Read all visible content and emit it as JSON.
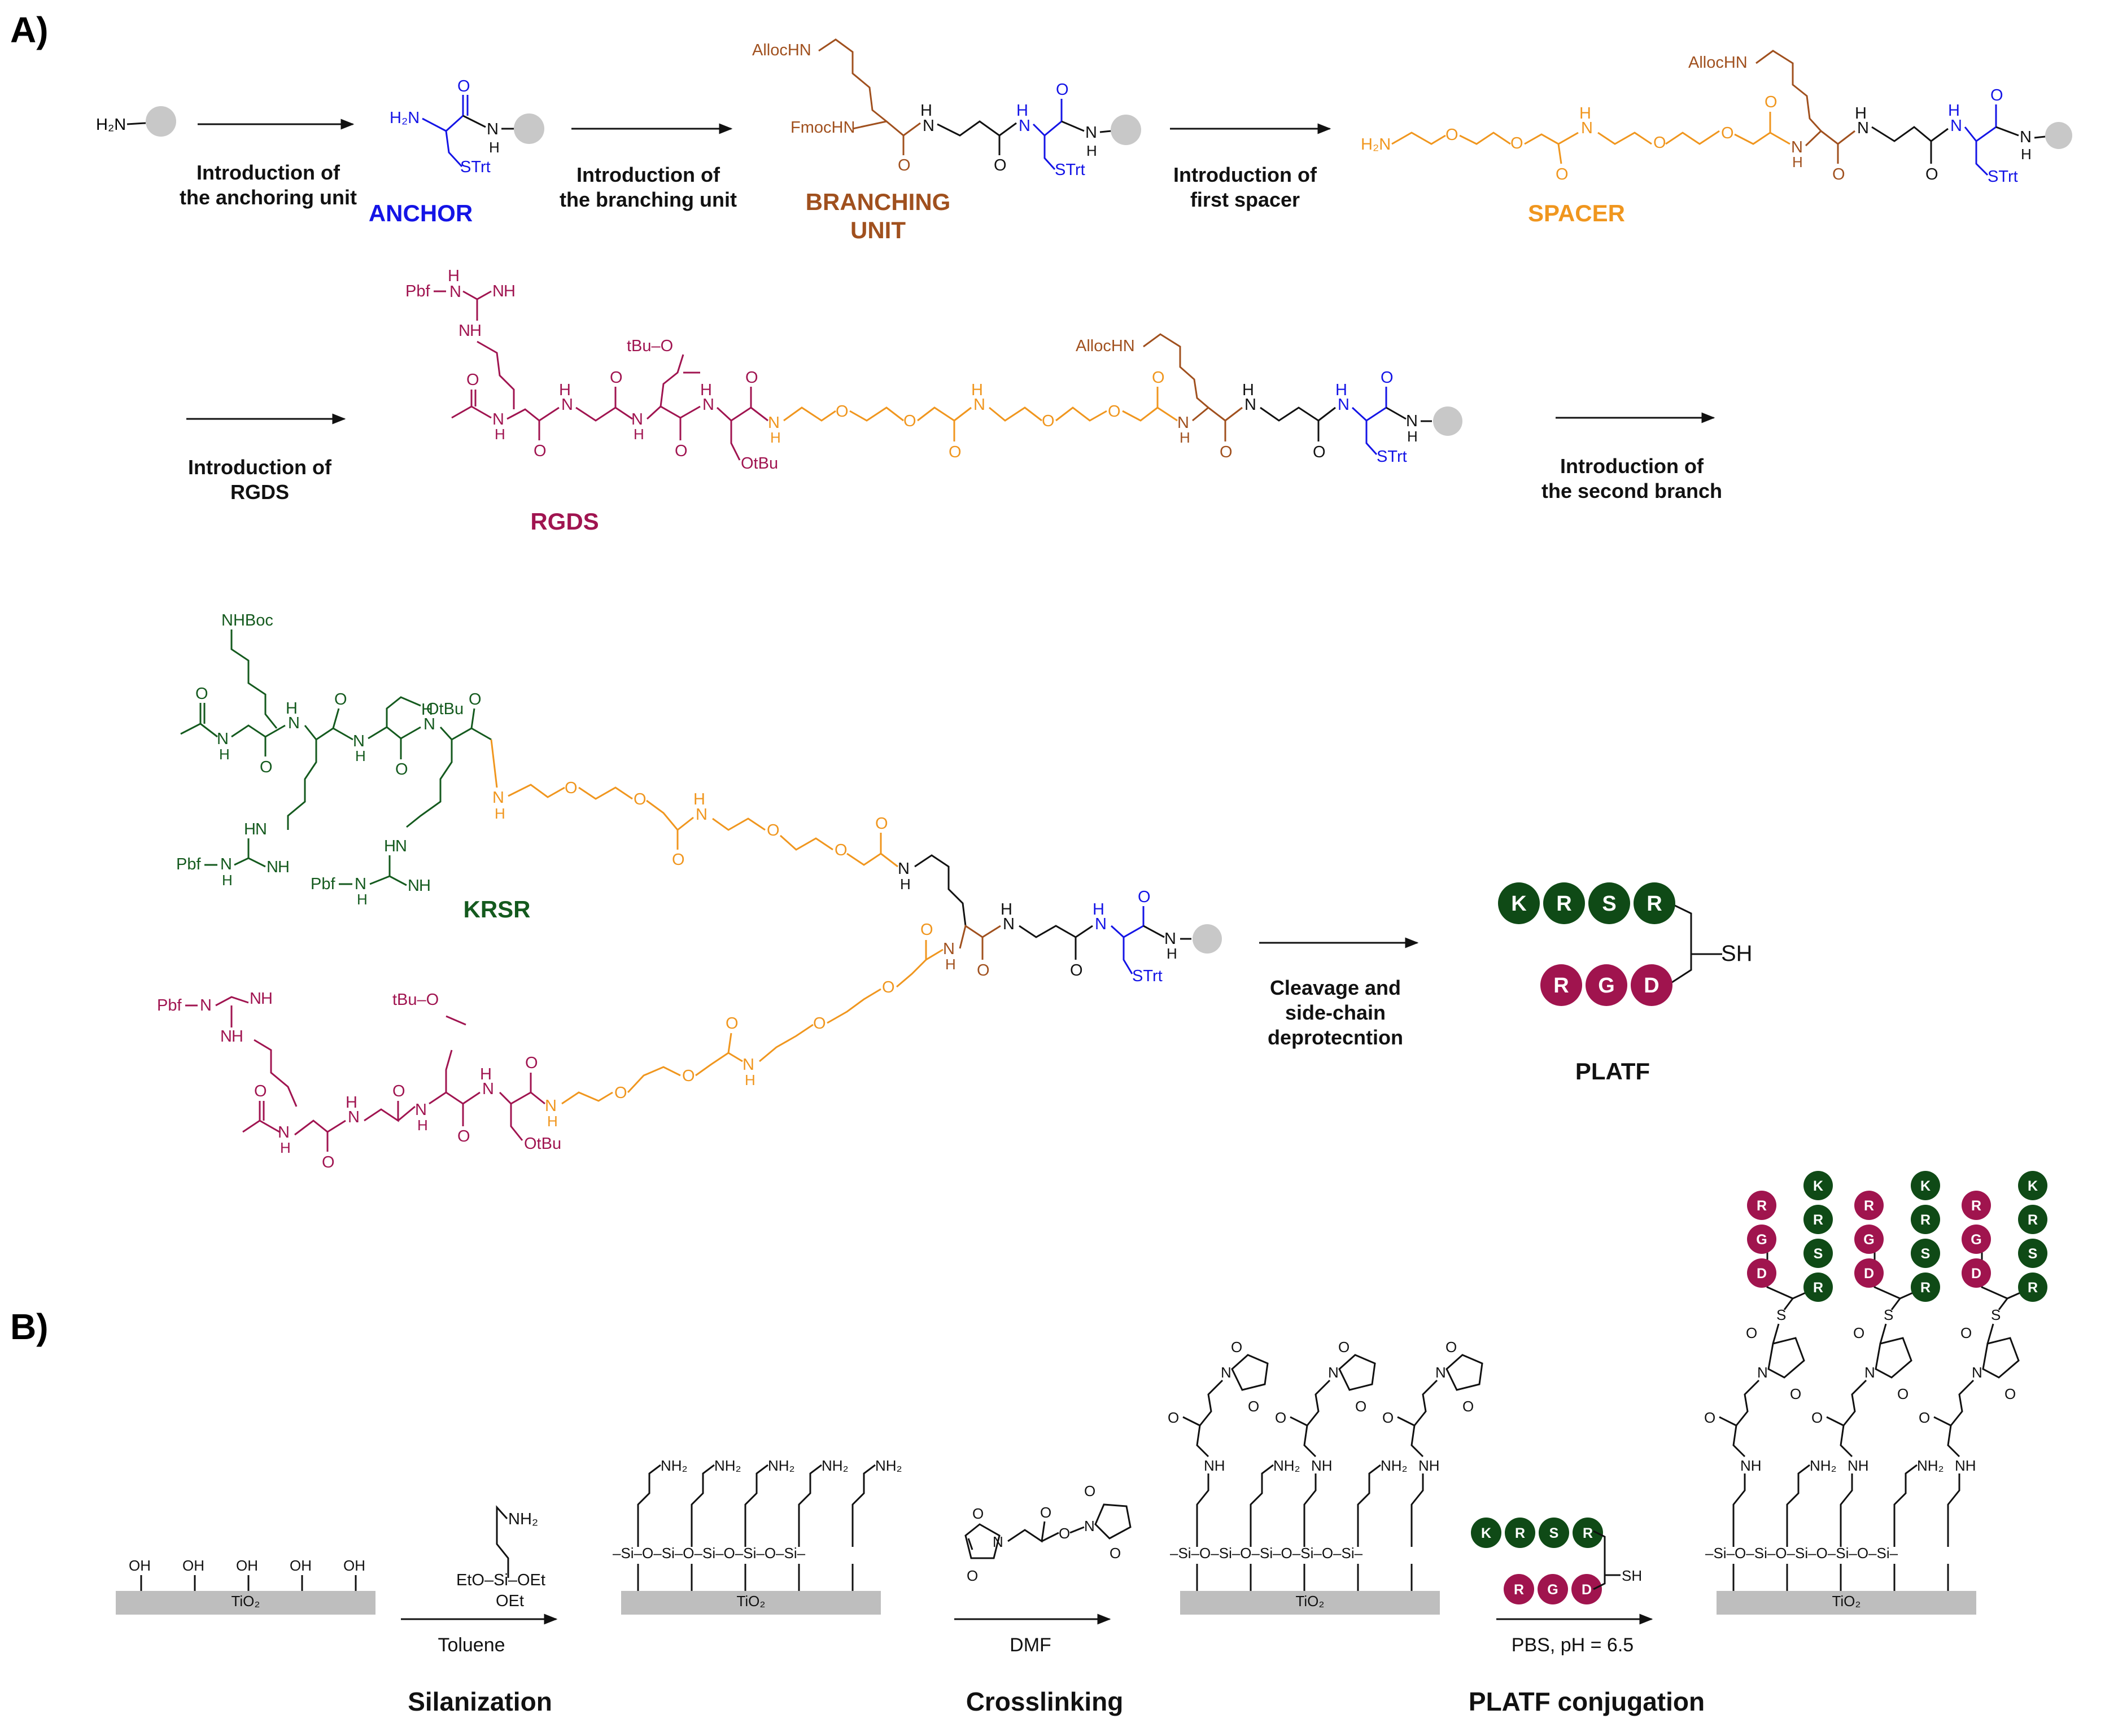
{
  "panels": {
    "a": "A)",
    "b": "B)"
  },
  "colors": {
    "anchor": "#1414e6",
    "branching": "#a0501e",
    "spacer": "#f0961e",
    "rgds": "#a01450",
    "krsr": "#145a1e",
    "bead": "#c8c8c8",
    "platf_green": "#0f4a16",
    "platf_red": "#a0144e",
    "substrate": "#bebebe"
  },
  "panel_a": {
    "steps": {
      "anchor_1": "Introduction of",
      "anchor_2": "the anchoring unit",
      "branch_1": "Introduction of",
      "branch_2": "the branching unit",
      "spacer_1": "Introduction of",
      "spacer_2": "first spacer",
      "rgds_1": "Introduction of",
      "rgds_2": "RGDS",
      "second_1": "Introduction of",
      "second_2": "the second branch",
      "cleave_1": "Cleavage and",
      "cleave_2": "side-chain",
      "cleave_3": "deprotecntion"
    },
    "names": {
      "anchor": "ANCHOR",
      "branching_1": "BRANCHING",
      "branching_2": "UNIT",
      "spacer": "SPACER",
      "rgds": "RGDS",
      "krsr": "KRSR",
      "platf": "PLATF"
    },
    "groups": {
      "h2n": "H₂N",
      "nh": "N",
      "h": "H",
      "o": "O",
      "strt": "STrt",
      "alloc": "AllocHN",
      "fmoc": "FmocHN",
      "pbf": "Pbf",
      "nhboc": "NHBoc",
      "tbu_o": "tBu–O",
      "otbu": "OtBu",
      "sh": "SH"
    },
    "platf_beads": {
      "top": [
        "K",
        "R",
        "S",
        "R"
      ],
      "bottom": [
        "R",
        "G",
        "D"
      ]
    }
  },
  "panel_b": {
    "substrate": "TiO₂",
    "oh": "OH",
    "nh2": "NH₂",
    "silane": {
      "nh2": "NH₂",
      "line1": "EtO–Si–OEt",
      "line2": "OEt"
    },
    "si_o_chain": "–Si–O–Si–O–Si–O–Si–O–Si–",
    "conditions": {
      "toluene": "Toluene",
      "dmf": "DMF",
      "pbs": "PBS, pH = 6.5"
    },
    "stages": {
      "silanization": "Silanization",
      "crosslinking": "Crosslinking",
      "platf": "PLATF conjugation"
    },
    "labels": {
      "n": "N",
      "o": "O",
      "s": "S",
      "nh": "NH",
      "sh": "SH"
    },
    "columns": [
      {
        "red": [
          "R",
          "G",
          "D"
        ],
        "green": [
          "K",
          "R",
          "S",
          "R"
        ]
      },
      {
        "red": [
          "R",
          "G",
          "D"
        ],
        "green": [
          "K",
          "R",
          "S",
          "R"
        ]
      },
      {
        "red": [
          "R",
          "G",
          "D"
        ],
        "green": [
          "K",
          "R",
          "S",
          "R"
        ]
      }
    ]
  }
}
